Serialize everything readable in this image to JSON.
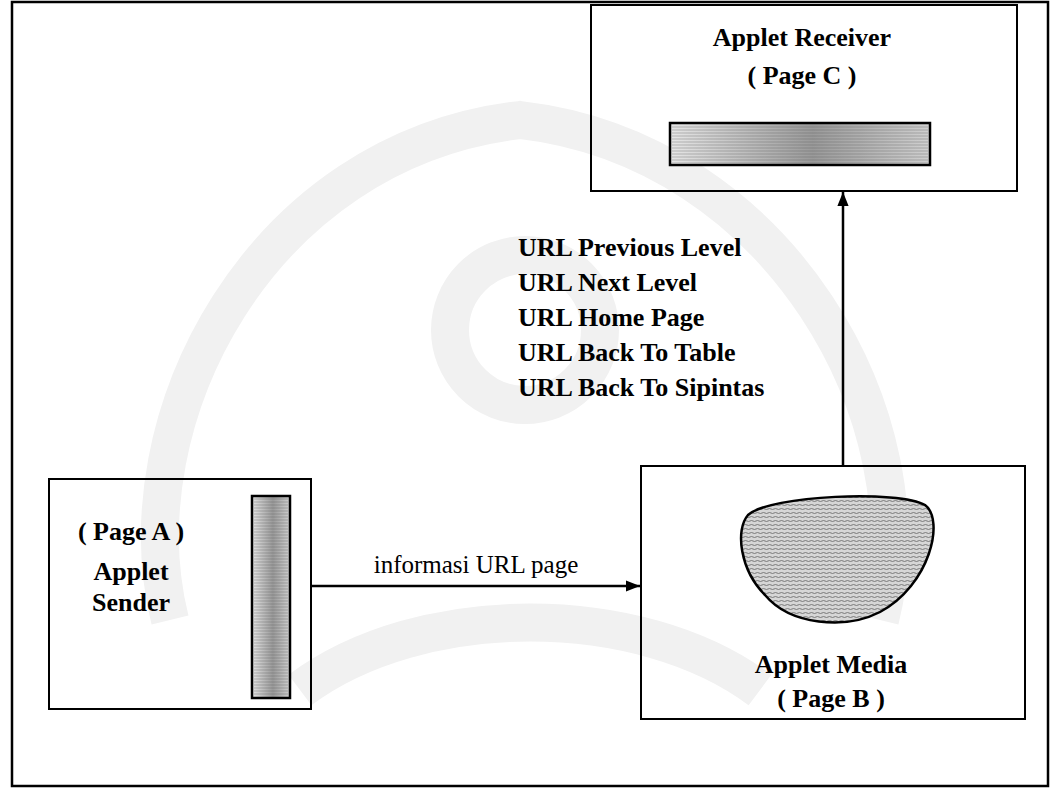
{
  "diagram": {
    "nodes": [
      {
        "text": [
          "Applet Receiver",
          "( Page C )"
        ]
      },
      {
        "text": [
          "( Page A )",
          "Applet Sender"
        ]
      },
      {
        "text": [
          "Applet Media",
          "( Page B )"
        ]
      }
    ],
    "edges": [
      {
        "from": 1,
        "to": 2,
        "arrow": "to",
        "label": "informasi URL page"
      },
      {
        "from": 2,
        "to": 0,
        "arrow": "to"
      }
    ],
    "labels": [
      "URL Previous Level",
      "URL Next Level",
      "URL Home Page",
      "URL Back To Table",
      "URL Back To Sipintas"
    ]
  }
}
